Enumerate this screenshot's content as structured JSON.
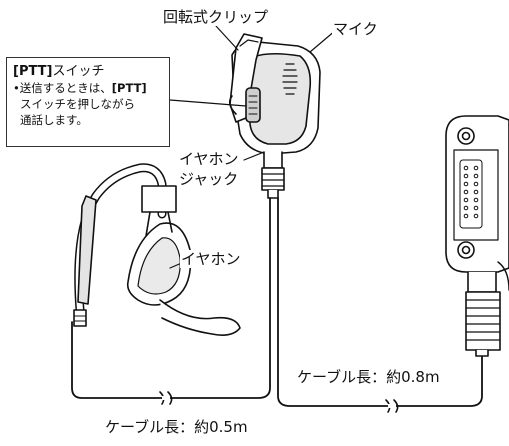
{
  "labels": {
    "clip": "回転式クリップ",
    "mic": "マイク",
    "earphone_jack_line1": "イヤホン",
    "earphone_jack_line2": "ジャック",
    "earphone": "イヤホン",
    "cable_long": "ケーブル長：約0.8m",
    "cable_short": "ケーブル長：約0.5m"
  },
  "ptt_note": {
    "key": "[PTT]",
    "title_suffix": "スイッチ",
    "bullet": "•送信するときは、",
    "key2": "[PTT]",
    "line3": "スイッチを押しながら",
    "line4": "通話します。"
  },
  "colors": {
    "outline": "#111111",
    "fill": "#ffffff",
    "shade": "#d9d9d9",
    "dark_shade": "#9a9a9a"
  }
}
